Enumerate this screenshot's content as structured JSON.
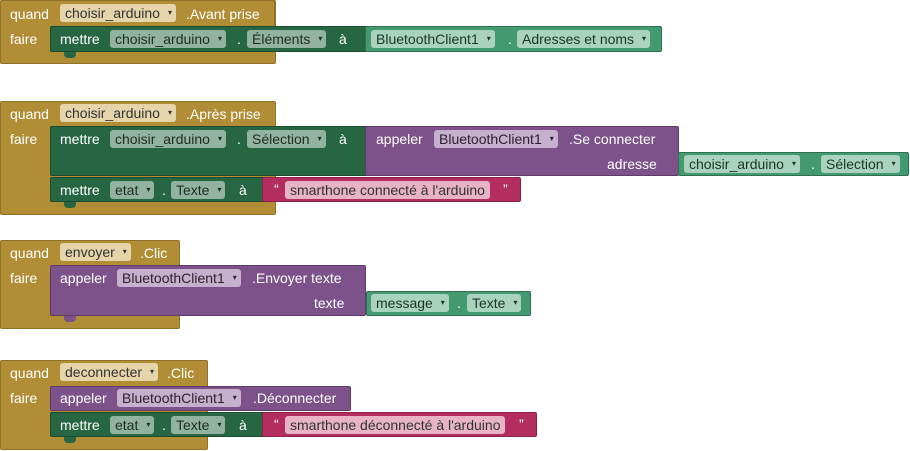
{
  "kw": {
    "when": "quand",
    "do": "faire",
    "set": "mettre",
    "to": "à",
    "call": "appeler",
    "dot": "."
  },
  "blocks": [
    {
      "component": "choisir_arduino",
      "event": ".Avant prise",
      "set_prop": "Éléments",
      "value_component": "BluetoothClient1",
      "value_prop": "Adresses et noms"
    },
    {
      "component": "choisir_arduino",
      "event": ".Après prise",
      "set_prop": "Sélection",
      "call_component": "BluetoothClient1",
      "call_method": ".Se connecter",
      "param_label": "adresse",
      "param_component": "choisir_arduino",
      "param_prop": "Sélection",
      "set2_component": "etat",
      "set2_prop": "Texte",
      "set2_text": "smarthone connecté à l'arduino"
    },
    {
      "component": "envoyer",
      "event": ".Clic",
      "call_component": "BluetoothClient1",
      "call_method": ".Envoyer texte",
      "param_label": "texte",
      "param_component": "message",
      "param_prop": "Texte"
    },
    {
      "component": "deconnecter",
      "event": ".Clic",
      "call_component": "BluetoothClient1",
      "call_method": ".Déconnecter",
      "set_component": "etat",
      "set_prop": "Texte",
      "set_text": "smarthone déconnecté à l'arduino"
    }
  ],
  "quote_open": "“",
  "quote_close": "”",
  "dropdown_glyph": "▾",
  "colors": {
    "event": "#b18e35",
    "setter": "#266643",
    "method": "#7d5189",
    "component": "#439970",
    "text": "#b32d5e"
  }
}
